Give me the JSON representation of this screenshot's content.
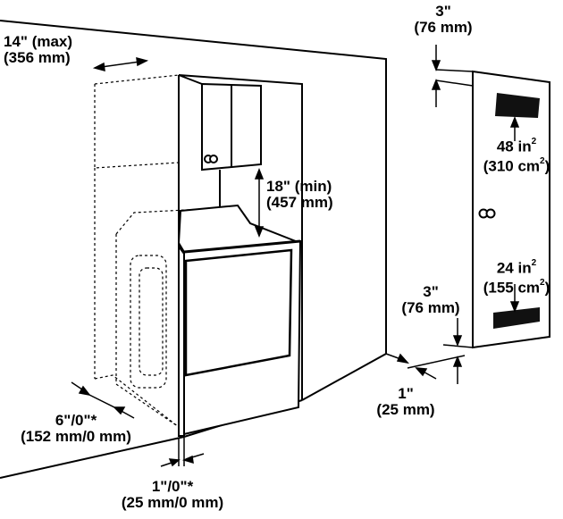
{
  "labels": {
    "top_gap": {
      "in": "3\"",
      "mm": "(76 mm)"
    },
    "side_max": {
      "in": "14\" (max)",
      "mm": "(356 mm)"
    },
    "cabinet_gap": {
      "in": "18\" (min)",
      "mm": "(457 mm)"
    },
    "upper_vent": {
      "value": "48 in",
      "exp": "2",
      "metric": "(310 cm",
      "metric_exp": "2",
      "close": ")"
    },
    "lower_vent": {
      "value": "24 in",
      "exp": "2",
      "metric": "(155 cm",
      "metric_exp": "2",
      "close": ")"
    },
    "bottom_gap": {
      "in": "3\"",
      "mm": "(76 mm)"
    },
    "door_gap": {
      "in": "1\"",
      "mm": "(25 mm)"
    },
    "side_clearance": {
      "in": "6\"/0\"*",
      "mm": "(152 mm/0 mm)"
    },
    "rear_clearance": {
      "in": "1\"/0\"*",
      "mm": "(25 mm/0 mm)"
    }
  }
}
